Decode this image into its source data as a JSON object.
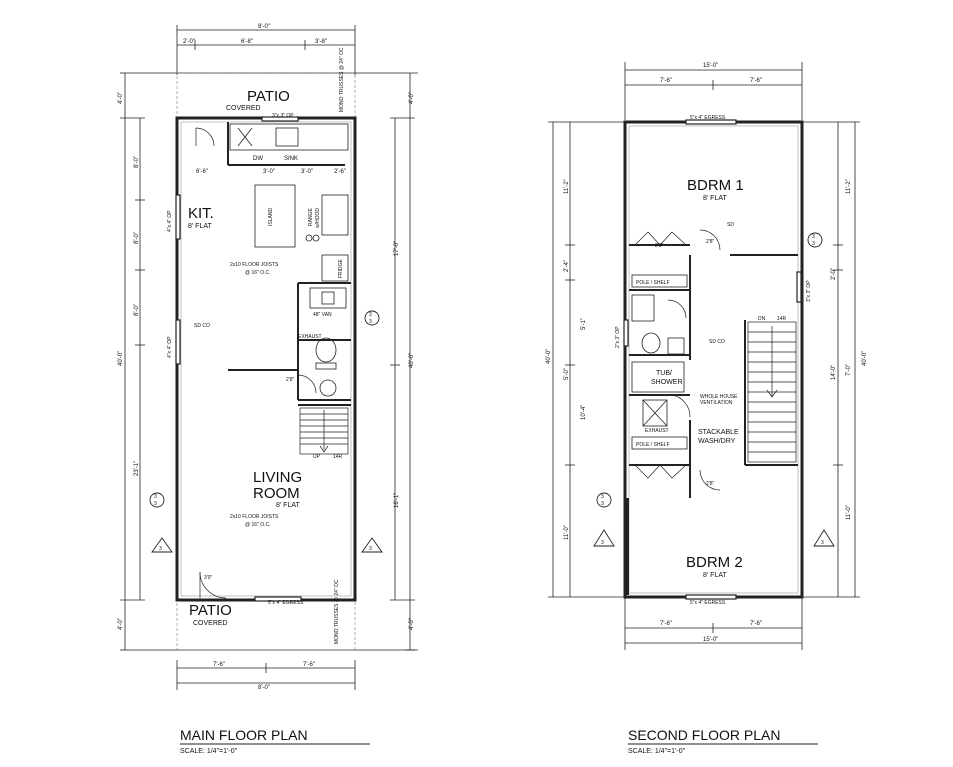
{
  "main_floor": {
    "title": "MAIN FLOOR PLAN",
    "scale": "SCALE: 1/4\"=1'-0\"",
    "rooms": {
      "patio_top": "PATIO",
      "patio_top_sub": "COVERED",
      "kitchen": "KIT.",
      "kitchen_sub": "8' FLAT",
      "living_line1": "LIVING",
      "living_line2": "ROOM",
      "living_sub": "8' FLAT",
      "patio_bottom": "PATIO",
      "patio_bottom_sub": "COVERED"
    },
    "labels": {
      "window_top": "3\"x 3\" OP",
      "dw": "DW",
      "sink": "SINK",
      "island": "ISLAND",
      "range": "RANGE",
      "hood": "w/HOOD",
      "fridge": "FRIDGE",
      "joists_kitchen": "2x10 FLOOR JOISTS",
      "joists_kitchen_oc": "@ 16\" O.C.",
      "van": "48\" VAN",
      "joists_living": "2x10 FLOOR JOISTS",
      "joists_living_oc": "@ 16\" O.C.",
      "window_side_1": "4\"x 4\" OP",
      "window_side_2": "4\"x 4\" OP",
      "door_bottom": "5\"x 4\" EGRESS",
      "up": "UP",
      "up_count": "14R",
      "truss_top": "MONO TRUSSES @ 24\" OC",
      "truss_bottom": "MONO TRUSSES @ 24\" OC",
      "smoke_co": "SD CO",
      "door_2_8": "2'8\"",
      "door_3_0": "3'0\"",
      "bath_fan": "EXHAUST"
    },
    "dims": {
      "top_total": "8'-0\"",
      "top_a": "2'-0\"",
      "top_b": "6'-8\"",
      "top_c": "3'-8\"",
      "bottom_a": "7'-6\"",
      "bottom_b": "7'-6\"",
      "bottom_total": "8'-0\"",
      "left_patio": "4'-0\"",
      "left_1": "8'-0\"",
      "left_2": "8'-0\"",
      "left_3": "8'-0\"",
      "left_total": "40'-0\"",
      "left_4": "23'-1\"",
      "left_patio_b": "4'-0\"",
      "right_patio": "4'-0\"",
      "right_1": "17'-0\"",
      "right_total": "40'-0\"",
      "right_2": "16'-1\"",
      "right_patio_b": "4'-0\"",
      "inner_1": "6'-6\"",
      "inner_2": "3'-0\"",
      "inner_3": "3'-0\"",
      "inner_4": "2'-6\""
    },
    "marker_num": "3",
    "marker_den": "3"
  },
  "second_floor": {
    "title": "SECOND FLOOR PLAN",
    "scale": "SCALE: 1/4\"=1'-0\"",
    "rooms": {
      "bdrm1": "BDRM 1",
      "bdrm1_sub": "8' FLAT",
      "bdrm2": "BDRM 2",
      "bdrm2_sub": "8' FLAT",
      "tub": "TUB/",
      "shower": "SHOWER",
      "stack_1": "STACKABLE",
      "stack_2": "WASH/DRY"
    },
    "labels": {
      "egress_top": "5\"x 4\" EGRESS",
      "egress_bottom": "5\"x 4\" EGRESS",
      "pole_shelf_1": "POLE / SHELF",
      "pole_shelf_2": "POLE / SHELF",
      "dn": "DN",
      "dn_count": "14R",
      "whole_house_1": "WHOLE HOUSE",
      "whole_house_2": "VENTILATION",
      "window_right": "3\"x 3\" OP",
      "window_left": "2\"x 3\" OP",
      "door_2_8a": "2'8\"",
      "door_2_8b": "2'8\"",
      "door_2_8c": "2'8\"",
      "sd": "SD",
      "sd_co": "SD CO",
      "exhaust": "EXHAUST"
    },
    "dims": {
      "top_total": "15'-0\"",
      "top_a": "7'-6\"",
      "top_b": "7'-6\"",
      "bottom_a": "7'-6\"",
      "bottom_b": "7'-6\"",
      "bottom_total": "15'-0\"",
      "left_1": "11'-2\"",
      "left_2": "2'-4\"",
      "left_3": "5'-1\"",
      "left_4": "5'-0\"",
      "left_5": "10'-4\"",
      "left_total": "40'-0\"",
      "left_6": "11'-0\"",
      "right_1": "11'-2\"",
      "right_2": "2'-0\"",
      "right_3": "14'-0\"",
      "right_total": "40'-0\"",
      "right_4": "7'-0\"",
      "right_5": "11'-0\""
    },
    "marker_num": "3",
    "marker_den": "3"
  }
}
